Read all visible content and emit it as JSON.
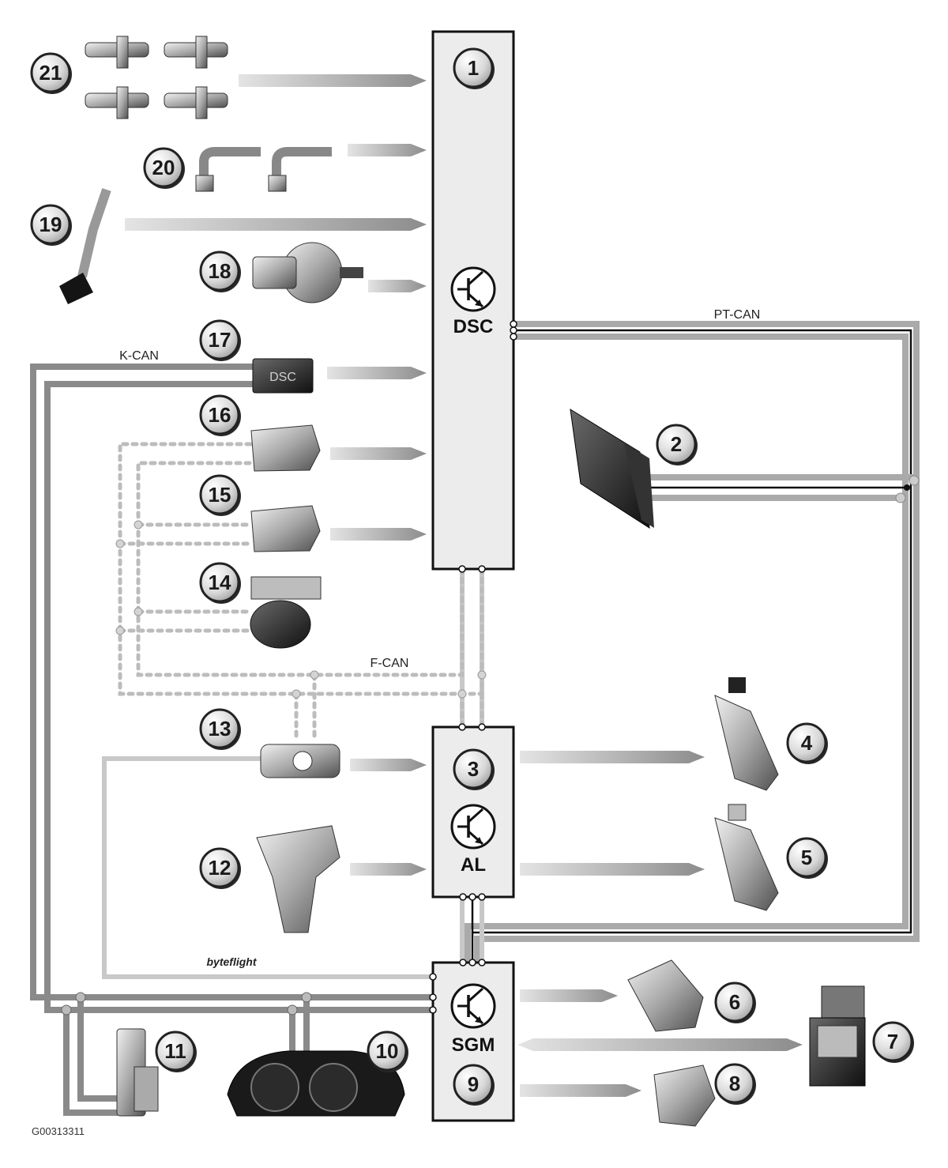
{
  "diagram": {
    "buses": {
      "pt_can": "PT-CAN",
      "k_can": "K-CAN",
      "f_can": "F-CAN",
      "byteflight": "byteflight"
    },
    "units": {
      "dsc": "DSC",
      "al": "AL",
      "sgm": "SGM",
      "dsc_sensor": "DSC"
    },
    "badges": [
      "1",
      "2",
      "3",
      "4",
      "5",
      "6",
      "7",
      "8",
      "9",
      "10",
      "11",
      "12",
      "13",
      "14",
      "15",
      "16",
      "17",
      "18",
      "19",
      "20",
      "21"
    ],
    "figure_id": "G00313311"
  }
}
